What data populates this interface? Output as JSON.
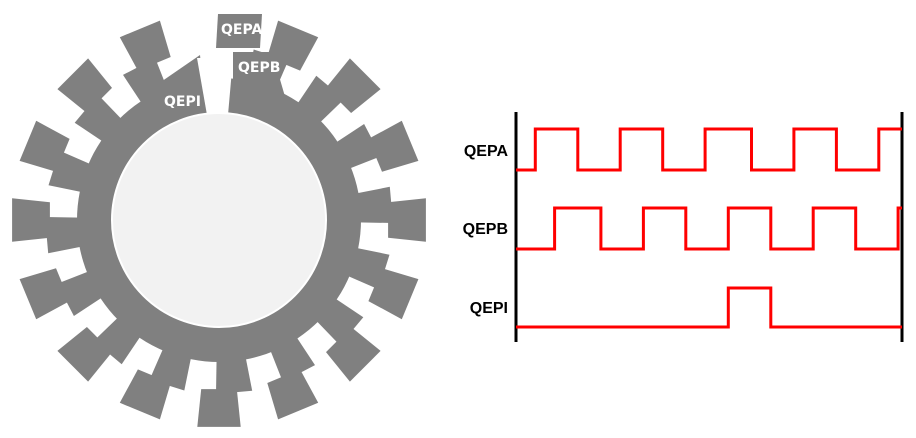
{
  "title": "Quadrature encoder disk and QEPA/QEPB/QEPI waveforms",
  "colors": {
    "disk": "#808080",
    "hub": "#f2f2f2",
    "hub_outline": "#ffffff",
    "signal": "#ff0000",
    "axis": "#000000",
    "background": "#ffffff"
  },
  "encoder_disk": {
    "tooth_count": 16,
    "labels": {
      "a": "QEPA",
      "b": "QEPB",
      "i": "QEPI"
    }
  },
  "signals": [
    {
      "name": "QEPA",
      "edges": [
        0.05,
        0.16,
        0.27,
        0.38,
        0.49,
        0.61,
        0.72,
        0.83,
        0.94
      ],
      "start_level": 0,
      "end_note": "high at right edge"
    },
    {
      "name": "QEPB",
      "edges": [
        0.1,
        0.22,
        0.33,
        0.44,
        0.55,
        0.66,
        0.77,
        0.88,
        0.99
      ],
      "start_level": 0
    },
    {
      "name": "QEPI",
      "edges": [
        0.55,
        0.66
      ],
      "start_level": 0
    }
  ],
  "labels": {
    "qepa": "QEPA",
    "qepb": "QEPB",
    "qepi": "QEPI"
  }
}
